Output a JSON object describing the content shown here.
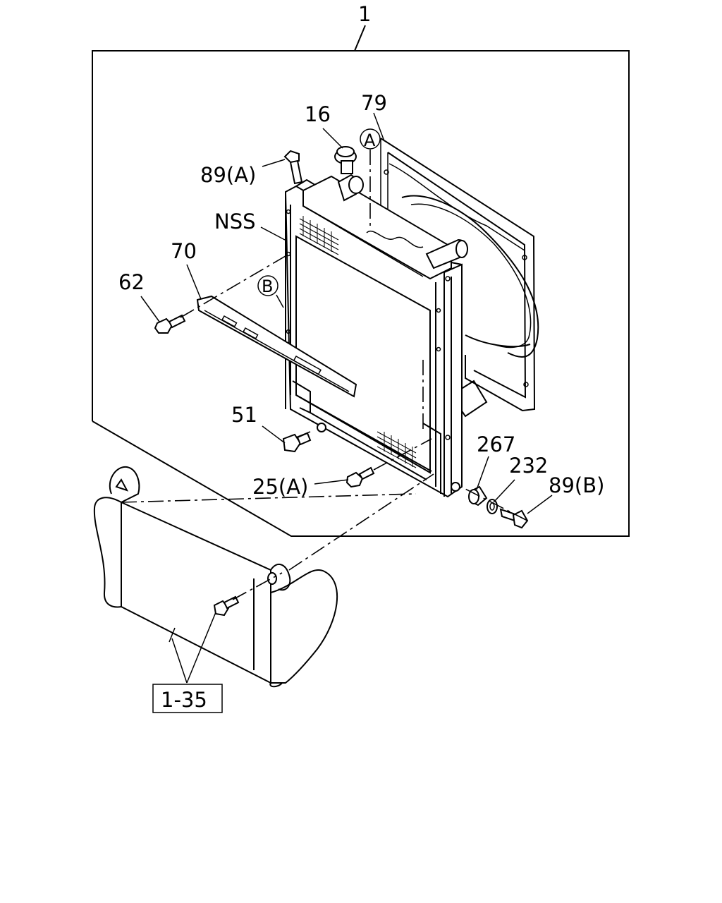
{
  "labels": {
    "assembly": "1",
    "cap": "16",
    "shroud": "79",
    "bolt_a": "89(A)",
    "nss": "NSS",
    "bracket": "70",
    "bolt_62": "62",
    "ref_a": "A",
    "ref_b": "B",
    "drain": "51",
    "bolt_25a": "25(A)",
    "bushing": "267",
    "washer": "232",
    "bolt_b": "89(B)",
    "intercooler_ref": "1-35"
  }
}
